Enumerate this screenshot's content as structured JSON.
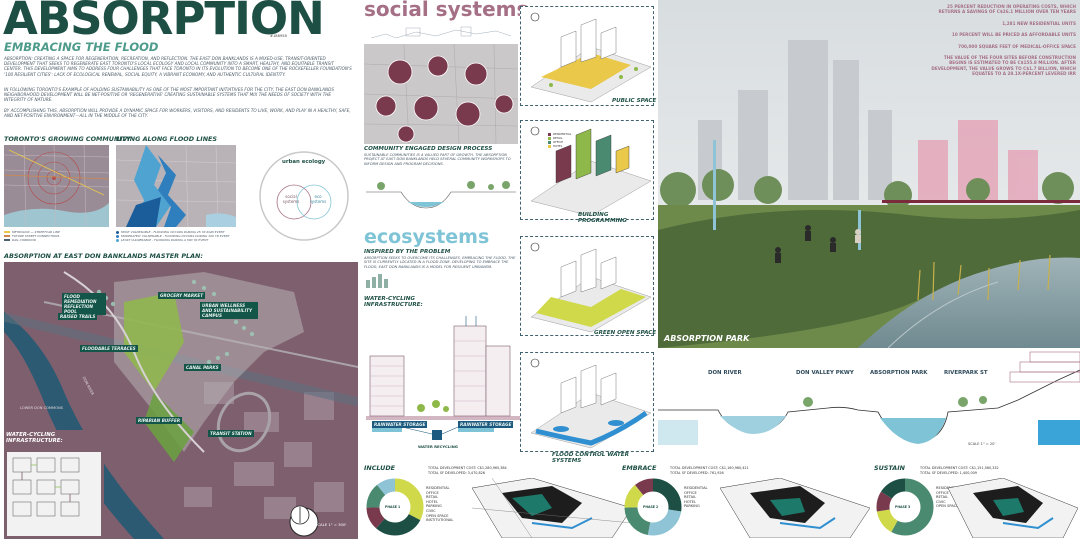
{
  "title": {
    "main": "ABSORPTION",
    "sub": "EMBRACING THE FLOOD",
    "student_no": "#188958"
  },
  "intro": {
    "p1": "ABSORPTION: CREATING A SPACE FOR REGENERATION, RECREATION, AND REFLECTION. THE EAST DON BANKLANDS IS A MIXED-USE, TRANSIT-ORIENTED DEVELOPMENT THAT SEEKS TO REGENERATE EAST TORONTO'S LOCAL ECOLOGY AND LOCAL COMMUNITY INTO A SMART, HEALTHY, AND EQUITABLE TRANSIT CENTER. THIS DEVELOPMENT AIMS TO ADDRESS FOUR CHALLENGES THAT FACE TORONTO IN ITS EVOLUTION TO BECOME ONE OF THE ROCKEFELLER FOUNDATION'S '100 RESILIENT CITIES': LACK OF ECOLOGICAL RENEWAL, SOCIAL EQUITY, A VIBRANT ECONOMY, AND AUTHENTIC CULTURAL IDENTITY.",
    "p2": "IN FOLLOWING TORONTO'S EXAMPLE OF HOLDING SUSTAINABILITY AS ONE OF THE MOST IMPORTANT INITIATIVES FOR THE CITY, THE EAST DON BANKLANDS NEIGHBORHOOD DEVELOPMENT WILL BE NET-POSITIVE OR 'REGENERATIVE' CREATING SUSTAINABLE SYSTEMS THAT MIX THE NEEDS OF SOCIETY WITH THE INTEGRITY OF NATURE.",
    "p3": "BY ACCOMPLISHING THIS, ABSORPTION WILL PROVIDE A DYNAMIC SPACE FOR WORKERS, VISITORS, AND RESIDENTS TO LIVE, WORK, AND PLAY IN A HEALTHY, SAFE, AND NET-POSITIVE ENVIRONMENT—ALL IN THE MIDDLE OF THE CITY."
  },
  "sections": {
    "growing": "TORONTO'S GROWING COMMUNITY",
    "flood": "LIVING ALONG FLOOD LINES",
    "masterplan": "ABSORPTION AT EAST DON BANKLANDS MASTER PLAN:",
    "water_cycling": "WATER-CYCLING INFRASTRUCTURE:"
  },
  "growing_legend": [
    "METROLINX — STREETCAR LINE",
    "FUTURE STREET CONNECTIONS",
    "RAIL CORRIDOR"
  ],
  "flood_legend": [
    "MOST VULNERABLE - FLOODING OCCURS DURING 25 YR RAIN EVENT",
    "MODERATELY VULNERABLE - FLOODING OCCURS DURING 100 YR EVENT",
    "LEAST VULNERABLE - FLOODING DURING A 500 YR EVENT"
  ],
  "venn": {
    "top": "urban ecology",
    "left": "social systems",
    "right": "eco systems"
  },
  "masterplan_labels": [
    "FLOOD REMEDIATION REFLECTION POOL",
    "GROCERY MARKET",
    "RAISED TRAILS",
    "URBAN WELLNESS AND SUSTAINABILITY CAMPUS",
    "FLOODABLE TERRACES",
    "CANAL PARKS",
    "RIPARIAN BUFFER",
    "TRANSIT STATION"
  ],
  "map_text": {
    "don_river": "DON RIVER",
    "lower_don": "LOWER DON COMMONS",
    "scale": "SCALE 1\" = 300'"
  },
  "social": {
    "title": "social systems",
    "engaged_title": "COMMUNITY ENGAGED DESIGN PROCESS",
    "engaged_body": "SUSTAINABLE COMMUNITIES IS A VALUED PART OF GROWTH. THE ABSORPTION PROJECT AT EAST DON BANKLANDS HELD SEVERAL COMMUNITY WORKSHOPS TO INFORM DESIGN AND PROGRAM DECISIONS."
  },
  "eco": {
    "title": "ecosystems",
    "inspired_title": "INSPIRED BY THE PROBLEM",
    "inspired_body": "ABSORPTION SEEKS TO OVERCOME ITS CHALLENGES, EMBRACING THE FLOOD. THE SITE IS CURRENTLY LOCATED IN A FLOOD ZONE. DEVELOPING TO EMBRACE THE FLOOD, EAST DON BANKLANDS IS A MODEL FOR RESILIENT URBANISM.",
    "water_title": "WATER-CYCLING INFRASTRUCTURE:",
    "rainwater_left": "RAINWATER STORAGE",
    "rainwater_right": "RAINWATER STORAGE",
    "water_recycling": "WATER RECYCLING"
  },
  "axo_captions": [
    "PUBLIC SPACE",
    "BUILDING PROGRAMMING",
    "GREEN OPEN SPACE",
    "FLOOD CONTROL WATER SYSTEMS"
  ],
  "programming_legend": [
    "RESIDENTIAL",
    "RETAIL",
    "OFFICE",
    "HOTEL"
  ],
  "stats": [
    "25 PERCENT REDUCTION IN OPERATING COSTS, WHICH RETURNS A SAVINGS OF C$26.1 MILLION OVER TEN YEARS",
    "1,281 NEW RESIDENTIAL UNITS",
    "10 PERCENT WILL BE PRICED AS AFFORDABLE UNITS",
    "700,000 SQUARE FEET OF MEDICAL-OFFICE SPACE",
    "THE VALUE OF THE FOUR SITES BEFORE CONSTRUCTION BEGINS IS ESTIMATED TO BE C$155.8 MILLION. AFTER DEVELOPMENT, THE VALUE GROWS TO C$1.7 BILLION, WHICH EQUATES TO A 28.1X-PERCENT LEVERED IRR"
  ],
  "render_label": "ABSORPTION PARK",
  "section_labels": [
    "DON RIVER",
    "DON VALLEY PKWY",
    "ABSORPTION PARK",
    "RIVERPARK ST"
  ],
  "section_scale": "SCALE 1\" = 20'",
  "phases": [
    {
      "name": "INCLUDE",
      "cost": "TOTAL DEVELOPMENT COST: C$1,280,965,384",
      "area": "TOTAL SF DEVELOPED: 3,470,826",
      "center": "PHASE 1"
    },
    {
      "name": "EMBRACE",
      "cost": "TOTAL DEVELOPMENT COST: C$1,160,960,421",
      "area": "TOTAL SF DEVELOPED: 761,926",
      "center": "PHASE 2"
    },
    {
      "name": "SUSTAIN",
      "cost": "TOTAL DEVELOPMENT COST: C$1,151,560,332",
      "area": "TOTAL SF DEVELOPED: 1,400,009",
      "center": "PHASE 3"
    }
  ],
  "phase_legend": [
    "RESIDENTIAL",
    "OFFICE",
    "RETAIL",
    "HOTEL",
    "PARKING",
    "CIVIC",
    "OPEN SPACE",
    "INSTITUTIONAL"
  ],
  "colors": {
    "brand_green": "#1d4f44",
    "accent_teal": "#7fc4d6",
    "accent_plum": "#a56f86",
    "map_plum": "#7a5b6a",
    "lime": "#cfd94a"
  }
}
